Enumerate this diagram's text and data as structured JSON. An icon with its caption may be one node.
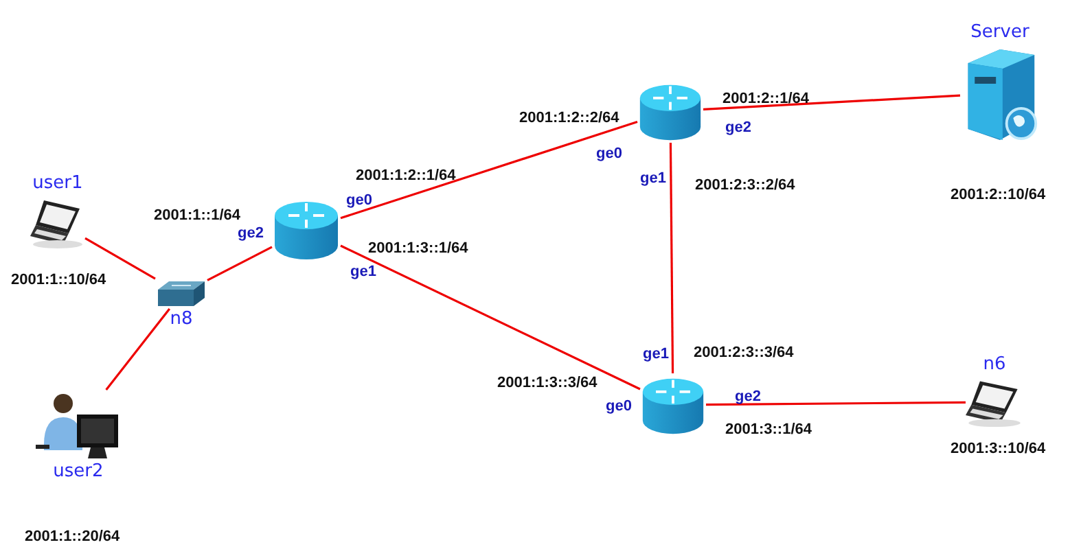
{
  "diagram": {
    "nodes": [
      {
        "text": [
          "Server"
        ]
      },
      {
        "text": [],
        "shape": "picture"
      },
      {
        "text": [
          "user1"
        ]
      },
      {
        "text": [],
        "shape": "picture"
      },
      {
        "text": [
          "n8"
        ]
      },
      {
        "text": [],
        "shape": "picture"
      },
      {
        "text": [
          "n6"
        ]
      },
      {
        "text": [
          "user2"
        ]
      }
    ],
    "edges": [
      {
        "from": 2,
        "to": 4,
        "arrow": "none"
      },
      {
        "from": 7,
        "to": 4,
        "arrow": "none"
      },
      {
        "from": 4,
        "to": 3,
        "arrow": "none"
      },
      {
        "from": 3,
        "to": 1,
        "arrow": "none"
      },
      {
        "from": 3,
        "to": 5,
        "arrow": "none"
      },
      {
        "from": 1,
        "to": 0,
        "arrow": "none"
      },
      {
        "from": 1,
        "to": 5,
        "arrow": "none"
      },
      {
        "from": 5,
        "to": 6,
        "arrow": "none"
      }
    ],
    "labels": [
      "2001:1:2::2/64",
      "2001:2::1/64",
      "ge2",
      "ge0",
      "2001:1:2::1/64",
      "ge1",
      "2001:2:3::2/64",
      "2001:2::10/64",
      "2001:1::1/64",
      "ge0",
      "ge2",
      "2001:1:3::1/64",
      "2001:1::10/64",
      "ge1",
      "ge1",
      "2001:2:3::3/64",
      "2001:1:3::3/64",
      "ge2",
      "ge0",
      "2001:3::1/64",
      "2001:3::10/64",
      "2001:1::20/64"
    ]
  }
}
